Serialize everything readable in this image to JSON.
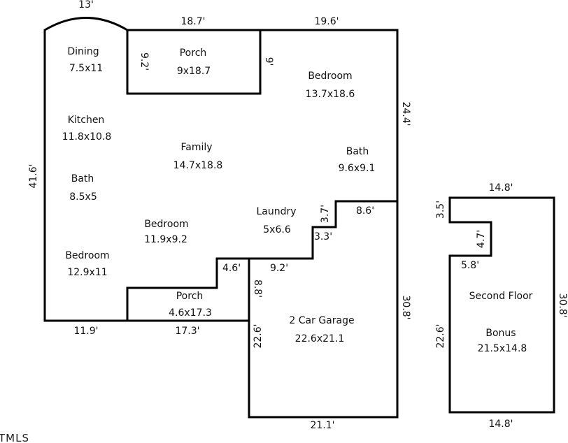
{
  "rooms": [
    {
      "name": "Dining",
      "size": "7.5x11"
    },
    {
      "name": "Porch",
      "size": "9x18.7"
    },
    {
      "name": "Bedroom",
      "size": "13.7x18.6"
    },
    {
      "name": "Kitchen",
      "size": "11.8x10.8"
    },
    {
      "name": "Family",
      "size": "14.7x18.8"
    },
    {
      "name": "Bath",
      "size": "9.6x9.1"
    },
    {
      "name": "Bath",
      "size": "8.5x5"
    },
    {
      "name": "Laundry",
      "size": "5x6.6"
    },
    {
      "name": "Bedroom",
      "size": "11.9x9.2"
    },
    {
      "name": "Bedroom",
      "size": "12.9x11"
    },
    {
      "name": "Porch",
      "size": "4.6x17.3"
    },
    {
      "name": "2 Car Garage",
      "size": "22.6x21.1"
    },
    {
      "name": "Second Floor",
      "size": ""
    },
    {
      "name": "Bonus",
      "size": "21.5x14.8"
    }
  ],
  "dimensions": {
    "d13": "13'",
    "d187": "18.7'",
    "d196": "19.6'",
    "d92a": "9.2'",
    "d9": "9'",
    "d244": "24.4'",
    "d416": "41.6'",
    "d37": "3.7'",
    "d86": "8.6'",
    "d33": "3.3'",
    "d46": "4.6'",
    "d92b": "9.2'",
    "d88": "8.8'",
    "d308": "30.8'",
    "d119": "11.9'",
    "d173": "17.3'",
    "d226": "22.6'",
    "d211": "21.1'",
    "d148top": "14.8'",
    "d35": "3.5'",
    "d47": "4.7'",
    "d58": "5.8'",
    "d226b": "22.6'",
    "d308b": "30.8'",
    "d148bot": "14.8'"
  },
  "watermark": "TMLS"
}
